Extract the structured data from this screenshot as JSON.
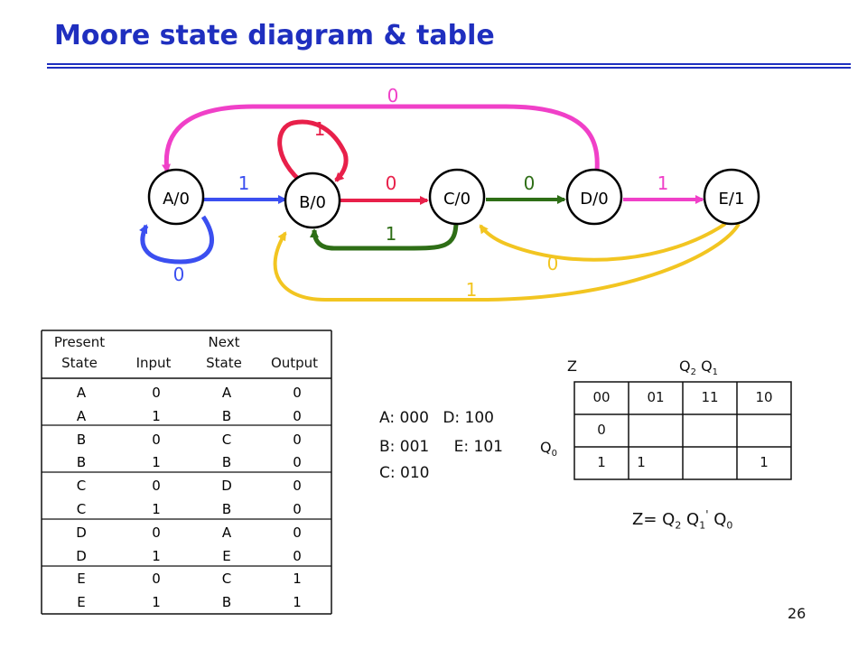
{
  "title": "Moore state diagram & table",
  "page_number": "26",
  "colors": {
    "title": "#1f2fbf",
    "red": "#e8204a",
    "blue": "#3b4ff0",
    "green": "#2e6e16",
    "magenta": "#f040c8",
    "yellow": "#f2c521"
  },
  "states": [
    {
      "label": "A/0"
    },
    {
      "label": "B/0"
    },
    {
      "label": "C/0"
    },
    {
      "label": "D/0"
    },
    {
      "label": "E/1"
    }
  ],
  "transitions": {
    "a_to_b": "1",
    "a_self": "0",
    "b_self": "1",
    "b_to_c": "0",
    "c_to_b": "1",
    "c_to_d": "0",
    "d_to_a": "0",
    "d_to_e": "1",
    "e_to_c": "0",
    "e_to_b": "1"
  },
  "table": {
    "headers": {
      "present_1": "Present",
      "present_2": "State",
      "input": "Input",
      "next_1": "Next",
      "next_2": "State",
      "output": "Output"
    },
    "rows": [
      {
        "present": "A",
        "input": "0",
        "next": "A",
        "output": "0"
      },
      {
        "present": "A",
        "input": "1",
        "next": "B",
        "output": "0"
      },
      {
        "present": "B",
        "input": "0",
        "next": "C",
        "output": "0"
      },
      {
        "present": "B",
        "input": "1",
        "next": "B",
        "output": "0"
      },
      {
        "present": "C",
        "input": "0",
        "next": "D",
        "output": "0"
      },
      {
        "present": "C",
        "input": "1",
        "next": "B",
        "output": "0"
      },
      {
        "present": "D",
        "input": "0",
        "next": "A",
        "output": "0"
      },
      {
        "present": "D",
        "input": "1",
        "next": "E",
        "output": "0"
      },
      {
        "present": "E",
        "input": "0",
        "next": "C",
        "output": "1"
      },
      {
        "present": "E",
        "input": "1",
        "next": "B",
        "output": "1"
      }
    ]
  },
  "encoding": {
    "a": "A: 000",
    "d": "D: 100",
    "b": "B: 001",
    "e": "E: 101",
    "c": "C: 010"
  },
  "kmap": {
    "output_var": "Z",
    "col_vars": [
      "Q",
      "2",
      "Q",
      "1"
    ],
    "row_var": [
      "Q",
      "0"
    ],
    "col_headers": [
      "00",
      "01",
      "11",
      "10"
    ],
    "row_headers": [
      "0",
      "1"
    ],
    "cells": [
      [
        "",
        "",
        "",
        ""
      ],
      [
        "1",
        "",
        "",
        "1"
      ]
    ]
  },
  "equation": [
    "Z= Q",
    "2",
    " Q",
    "1",
    "'",
    " Q",
    "0"
  ]
}
